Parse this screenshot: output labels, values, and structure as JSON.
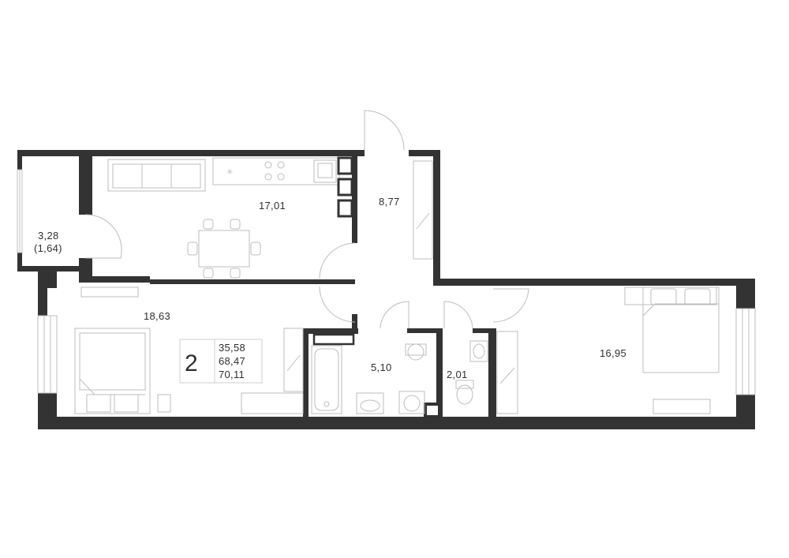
{
  "rooms": {
    "balcony_area": "3,28",
    "balcony_reduced": "(1,64)",
    "kitchen": "17,01",
    "hallway": "8,77",
    "living": "18,63",
    "bathroom": "5,10",
    "toilet": "2,01",
    "bedroom": "16,95"
  },
  "summary": {
    "rooms_count": "2",
    "living_area": "35,58",
    "total_area": "68,47",
    "total_with_balcony": "70,11"
  },
  "colors": {
    "wall": "#333333",
    "furniture": "#bdbdbd",
    "background": "#ffffff"
  }
}
